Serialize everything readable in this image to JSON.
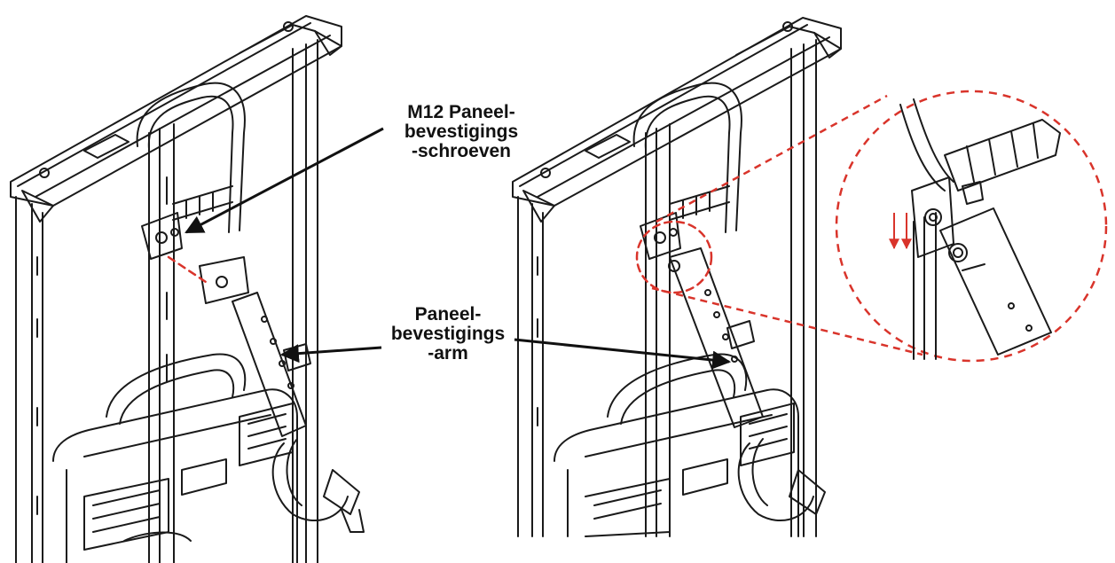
{
  "callouts": {
    "screws": {
      "line1": "M12 Paneel-",
      "line2": "bevestigings",
      "line3": "-schroeven"
    },
    "arm": {
      "line1": "Paneel-",
      "line2": "bevestigings",
      "line3": "-arm"
    }
  },
  "colors": {
    "line_art": "#1a1a1a",
    "highlight": "#d9342b",
    "background": "#ffffff"
  }
}
